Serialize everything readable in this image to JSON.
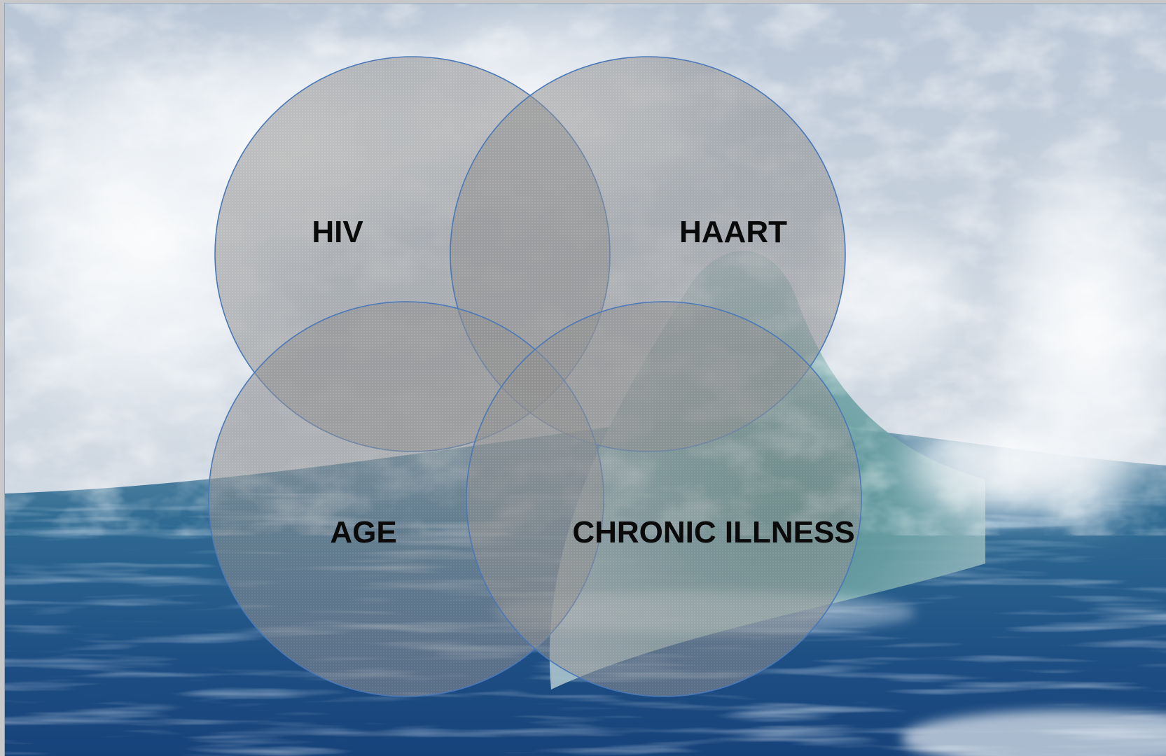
{
  "diagram": {
    "type": "four-circle-overlap",
    "background": "ocean-wave-photo",
    "circle_fill": "#8c8c8c",
    "circle_stroke": "#4a78b8",
    "labels": {
      "hiv": "HIV",
      "haart": "HAART",
      "age": "AGE",
      "chronic_illness": "CHRONIC ILLNESS"
    }
  }
}
